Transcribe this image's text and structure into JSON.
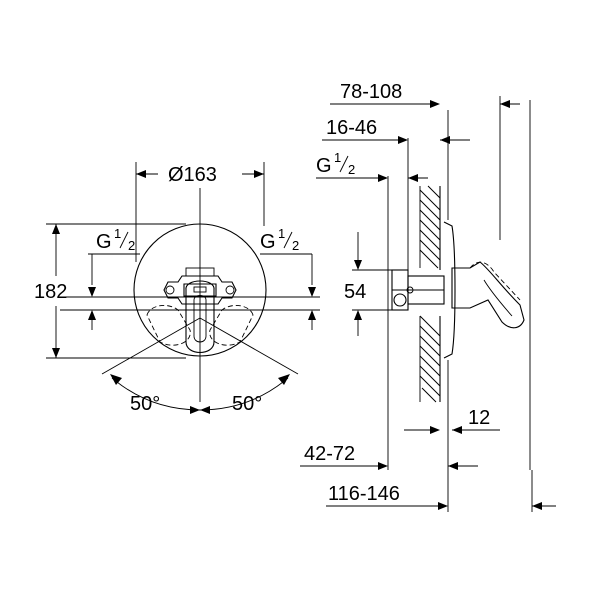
{
  "labels": {
    "diameter": "Ø163",
    "thread_left": "G",
    "thread_right": "G",
    "thread_side": "G",
    "thread_frac_num": "1",
    "thread_frac_den": "2",
    "height": "182",
    "angle_left": "50°",
    "angle_right": "50°",
    "depth_78_108": "78-108",
    "depth_16_46": "16-46",
    "height_54": "54",
    "depth_12": "12",
    "depth_42_72": "42-72",
    "depth_116_146": "116-146"
  }
}
